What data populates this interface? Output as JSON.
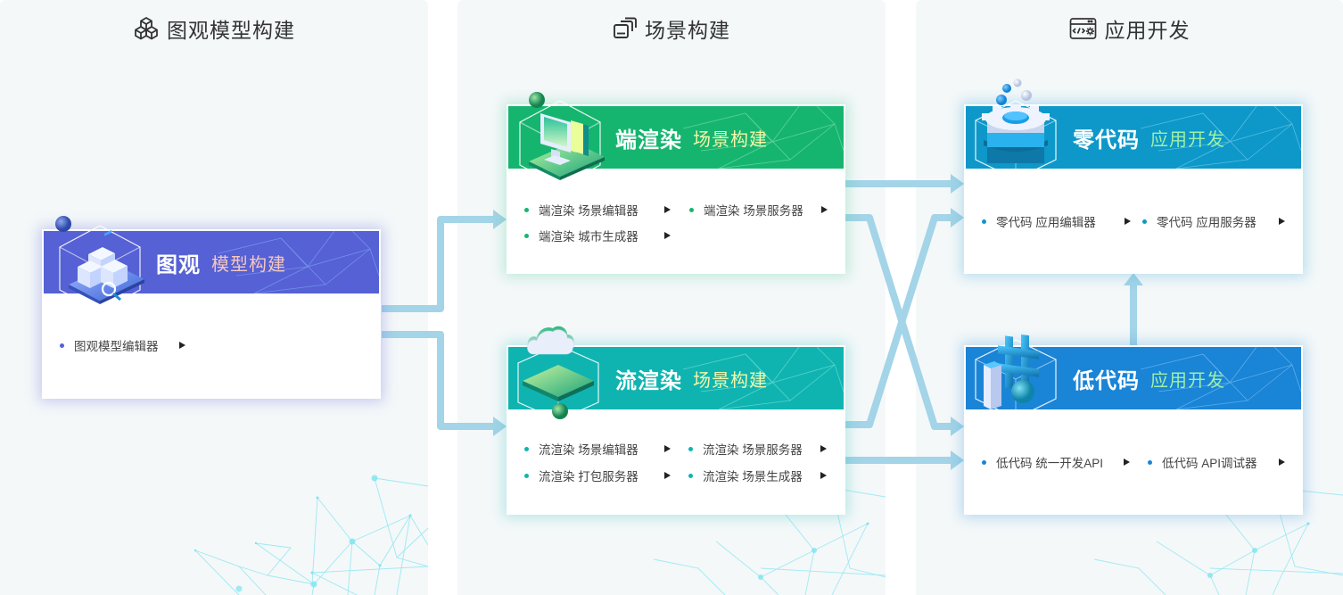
{
  "columns": [
    {
      "id": "model",
      "title": "图观模型构建",
      "icon": "cubes-icon"
    },
    {
      "id": "scene",
      "title": "场景构建",
      "icon": "layered-windows-icon"
    },
    {
      "id": "app",
      "title": "应用开发",
      "icon": "code-settings-window-icon"
    }
  ],
  "cards": {
    "tuguan": {
      "title": "图观",
      "subtitle": "模型构建",
      "header_color": "#5561d4",
      "subtitle_color": "#f6c7bf",
      "dot_color": "#5561d4",
      "icon": "boxes-magnifier-icon",
      "items": [
        {
          "label": "图观模型编辑器"
        }
      ]
    },
    "duan": {
      "title": "端渲染",
      "subtitle": "场景构建",
      "header_color": "#16b56f",
      "subtitle_color": "#f4f7a8",
      "dot_color": "#16b56f",
      "icon": "monitor-icon",
      "items": [
        {
          "label": "端渲染 场景编辑器"
        },
        {
          "label": "端渲染 场景服务器"
        },
        {
          "label": "端渲染 城市生成器"
        }
      ]
    },
    "liu": {
      "title": "流渲染",
      "subtitle": "场景构建",
      "header_color": "#0fb4b0",
      "subtitle_color": "#f4f7a8",
      "dot_color": "#0fb4b0",
      "icon": "cloud-platform-icon",
      "items": [
        {
          "label": "流渲染 场景编辑器"
        },
        {
          "label": "流渲染 场景服务器"
        },
        {
          "label": "流渲染 打包服务器"
        },
        {
          "label": "流渲染 场景生成器"
        }
      ]
    },
    "zero": {
      "title": "零代码",
      "subtitle": "应用开发",
      "header_color": "#0d98c9",
      "subtitle_color": "#9ef0a6",
      "dot_color": "#0d98c9",
      "icon": "gear-stack-icon",
      "items": [
        {
          "label": "零代码 应用编辑器"
        },
        {
          "label": "零代码 应用服务器"
        }
      ]
    },
    "low": {
      "title": "低代码",
      "subtitle": "应用开发",
      "header_color": "#1a84d6",
      "subtitle_color": "#9ef0a6",
      "dot_color": "#1a84d6",
      "icon": "hash-block-icon",
      "items": [
        {
          "label": "低代码 统一开发API"
        },
        {
          "label": "低代码 API调试器"
        }
      ]
    }
  },
  "colors": {
    "background": "#ffffff",
    "column_bg": "#f4f8f9",
    "connector": "#9fd2e6",
    "header_text": "#333333",
    "item_text": "#444444",
    "net_line": "#7fe3f0"
  }
}
